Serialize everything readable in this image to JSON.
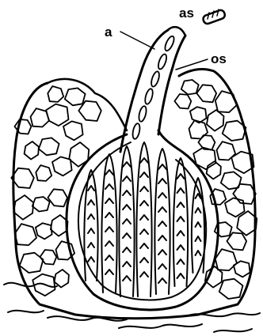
{
  "figure": {
    "labels": {
      "a": "a",
      "as": "as",
      "os": "os"
    },
    "colors": {
      "ink": "#000000",
      "paper": "#ffffff"
    }
  }
}
